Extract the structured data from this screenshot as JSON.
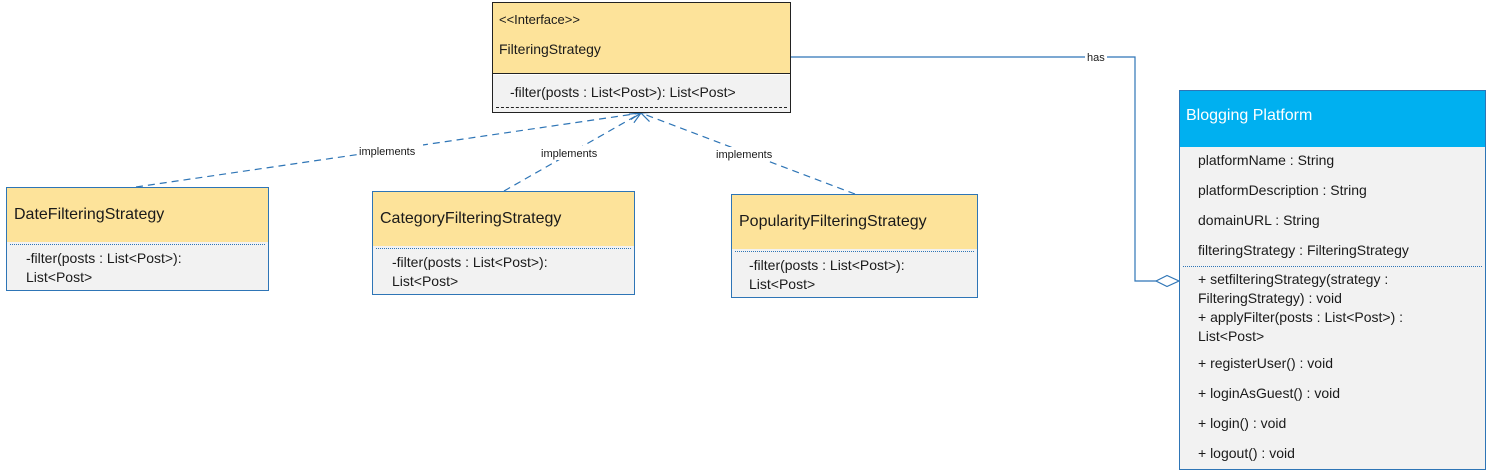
{
  "interface": {
    "stereotype": "<<Interface>>",
    "name": "FilteringStrategy",
    "method": "-filter(posts : List<Post>): List<Post>"
  },
  "implementations": [
    {
      "name": "DateFilteringStrategy",
      "method_line1": "-filter(posts : List<Post>):",
      "method_line2": "List<Post>"
    },
    {
      "name": "CategoryFilteringStrategy",
      "method_line1": "-filter(posts : List<Post>):",
      "method_line2": "List<Post>"
    },
    {
      "name": "PopularityFilteringStrategy",
      "method_line1": "-filter(posts : List<Post>):",
      "method_line2": "List<Post>"
    }
  ],
  "relations": {
    "implements_label": "implements",
    "has_label": "has"
  },
  "platform": {
    "name": "Blogging Platform",
    "attributes": [
      "platformName : String",
      "platformDescription : String",
      "domainURL : String",
      "filteringStrategy : FilteringStrategy"
    ],
    "methods": [
      "+ setfilteringStrategy(strategy :",
      "FilteringStrategy) : void",
      "+ applyFilter(posts : List<Post>) :",
      "List<Post>",
      "+ registerUser() : void",
      "+ loginAsGuest() : void",
      "+ login() : void",
      "+ logout() : void"
    ]
  },
  "colors": {
    "header_fill": "#fde39a",
    "body_fill": "#f2f2f2",
    "platform_title_fill": "#00b0f0",
    "border_blue": "#2e75b6"
  }
}
